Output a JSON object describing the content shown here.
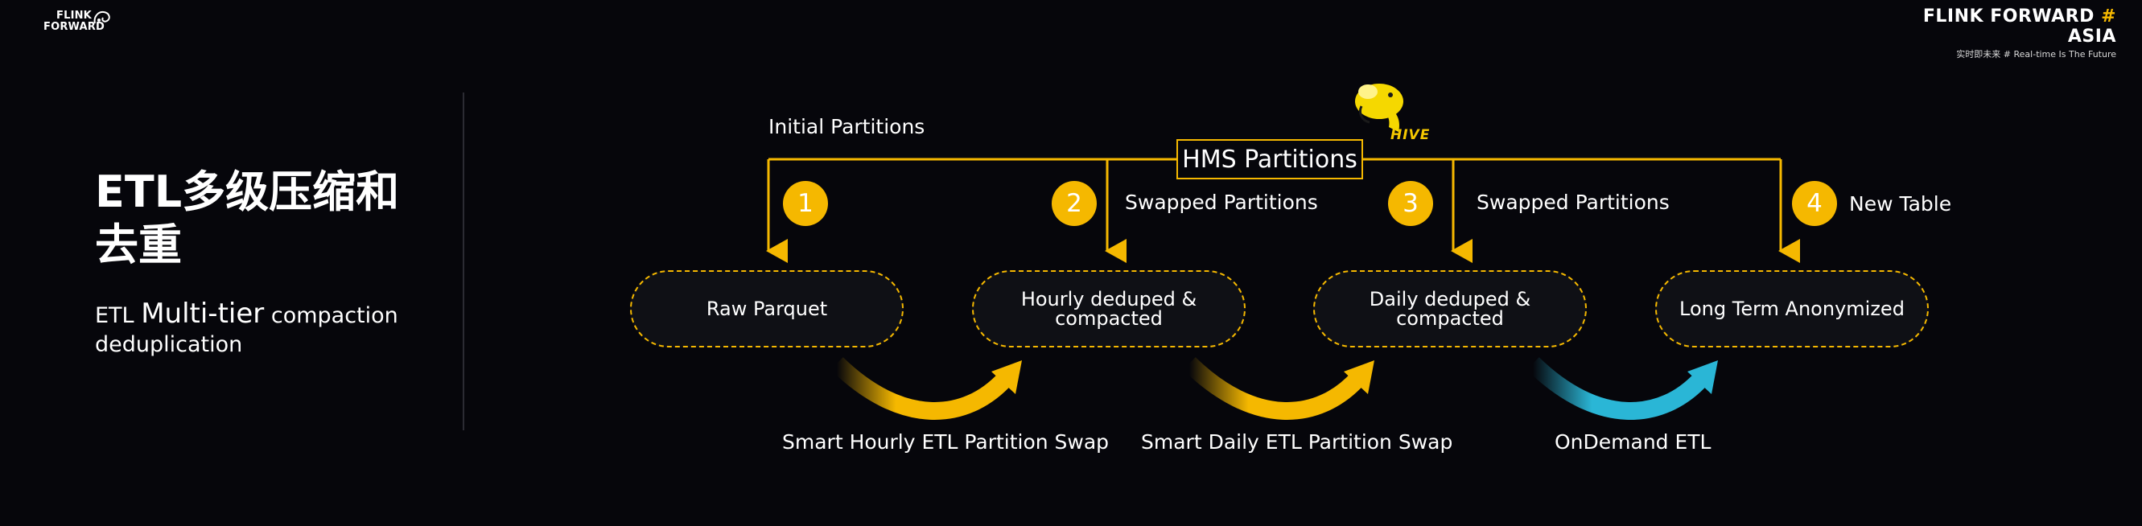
{
  "header": {
    "logo_line1": "FLINK",
    "logo_line2": "FORWARD",
    "brand_main": "FLINK FORWARD",
    "brand_hash": "#",
    "brand_region": "ASIA",
    "brand_sub": "实时即未来 # Real-time Is The Future"
  },
  "title": {
    "zh_line1": "ETL多级压缩和",
    "zh_line2": "去重",
    "en_small": "ETL",
    "en_big": "Multi-tier",
    "en_rest": "compaction",
    "en_line2": "deduplication"
  },
  "diagram": {
    "hms_label": "HMS Partitions",
    "hive_logo_text": "HIVE",
    "initial_label": "Initial Partitions",
    "swapped_label_1": "Swapped Partitions",
    "swapped_label_2": "Swapped Partitions",
    "new_table_label": "New Table",
    "steps": [
      "1",
      "2",
      "3",
      "4"
    ],
    "boxes": [
      {
        "line1": "Raw Parquet",
        "line2": ""
      },
      {
        "line1": "Hourly deduped &",
        "line2": "compacted"
      },
      {
        "line1": "Daily deduped &",
        "line2": "compacted"
      },
      {
        "line1": "Long Term Anonymized",
        "line2": ""
      }
    ],
    "transitions": [
      "Smart Hourly ETL Partition Swap",
      "Smart Daily ETL Partition Swap",
      "OnDemand ETL"
    ],
    "colors": {
      "accent": "#f5b800",
      "ondemand": "#2ab6d6",
      "background": "#06060b"
    }
  }
}
